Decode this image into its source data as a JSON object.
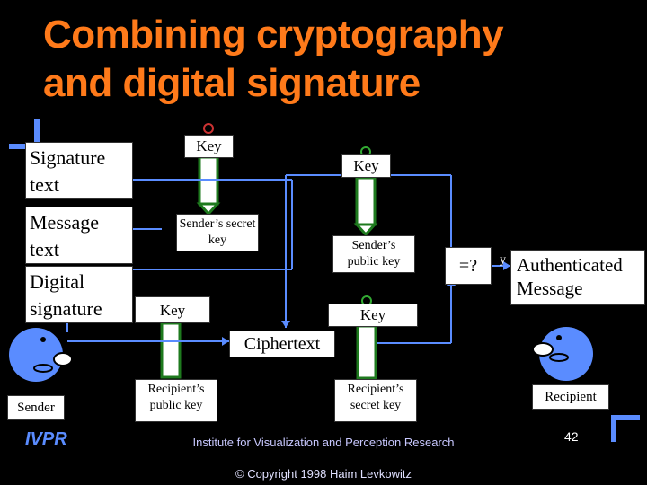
{
  "title_line1": "Combining cryptography",
  "title_line2": "and digital signature",
  "boxes": {
    "signature_text": "Signature text",
    "message_text": "Message text",
    "digital_signature": "Digital signature",
    "key_top_left": "Key",
    "key_top_right": "Key",
    "sender_secret_key": "Sender’s secret key",
    "sender_public_key": "Sender’s public key",
    "key_mid_left": "Key",
    "key_mid_right": "Key",
    "ciphertext": "Ciphertext",
    "recipient_public_key": "Recipient’s public key",
    "recipient_secret_key": "Recipient’s secret key",
    "compare": "=?",
    "y_label": "y",
    "authenticated_message": "Authenticated Message"
  },
  "people": {
    "sender": "Sender",
    "recipient": "Recipient"
  },
  "footer": {
    "logo": "IVPR",
    "institute": "Institute for Visualization and Perception Research",
    "copyright": "© Copyright 1998 Haim Levkowitz",
    "page_number": "42"
  },
  "colors": {
    "title": "#ff7a1a",
    "arrows": "#5a8cff",
    "key_bit": "#1e7a1e",
    "face": "#5a8cff"
  }
}
